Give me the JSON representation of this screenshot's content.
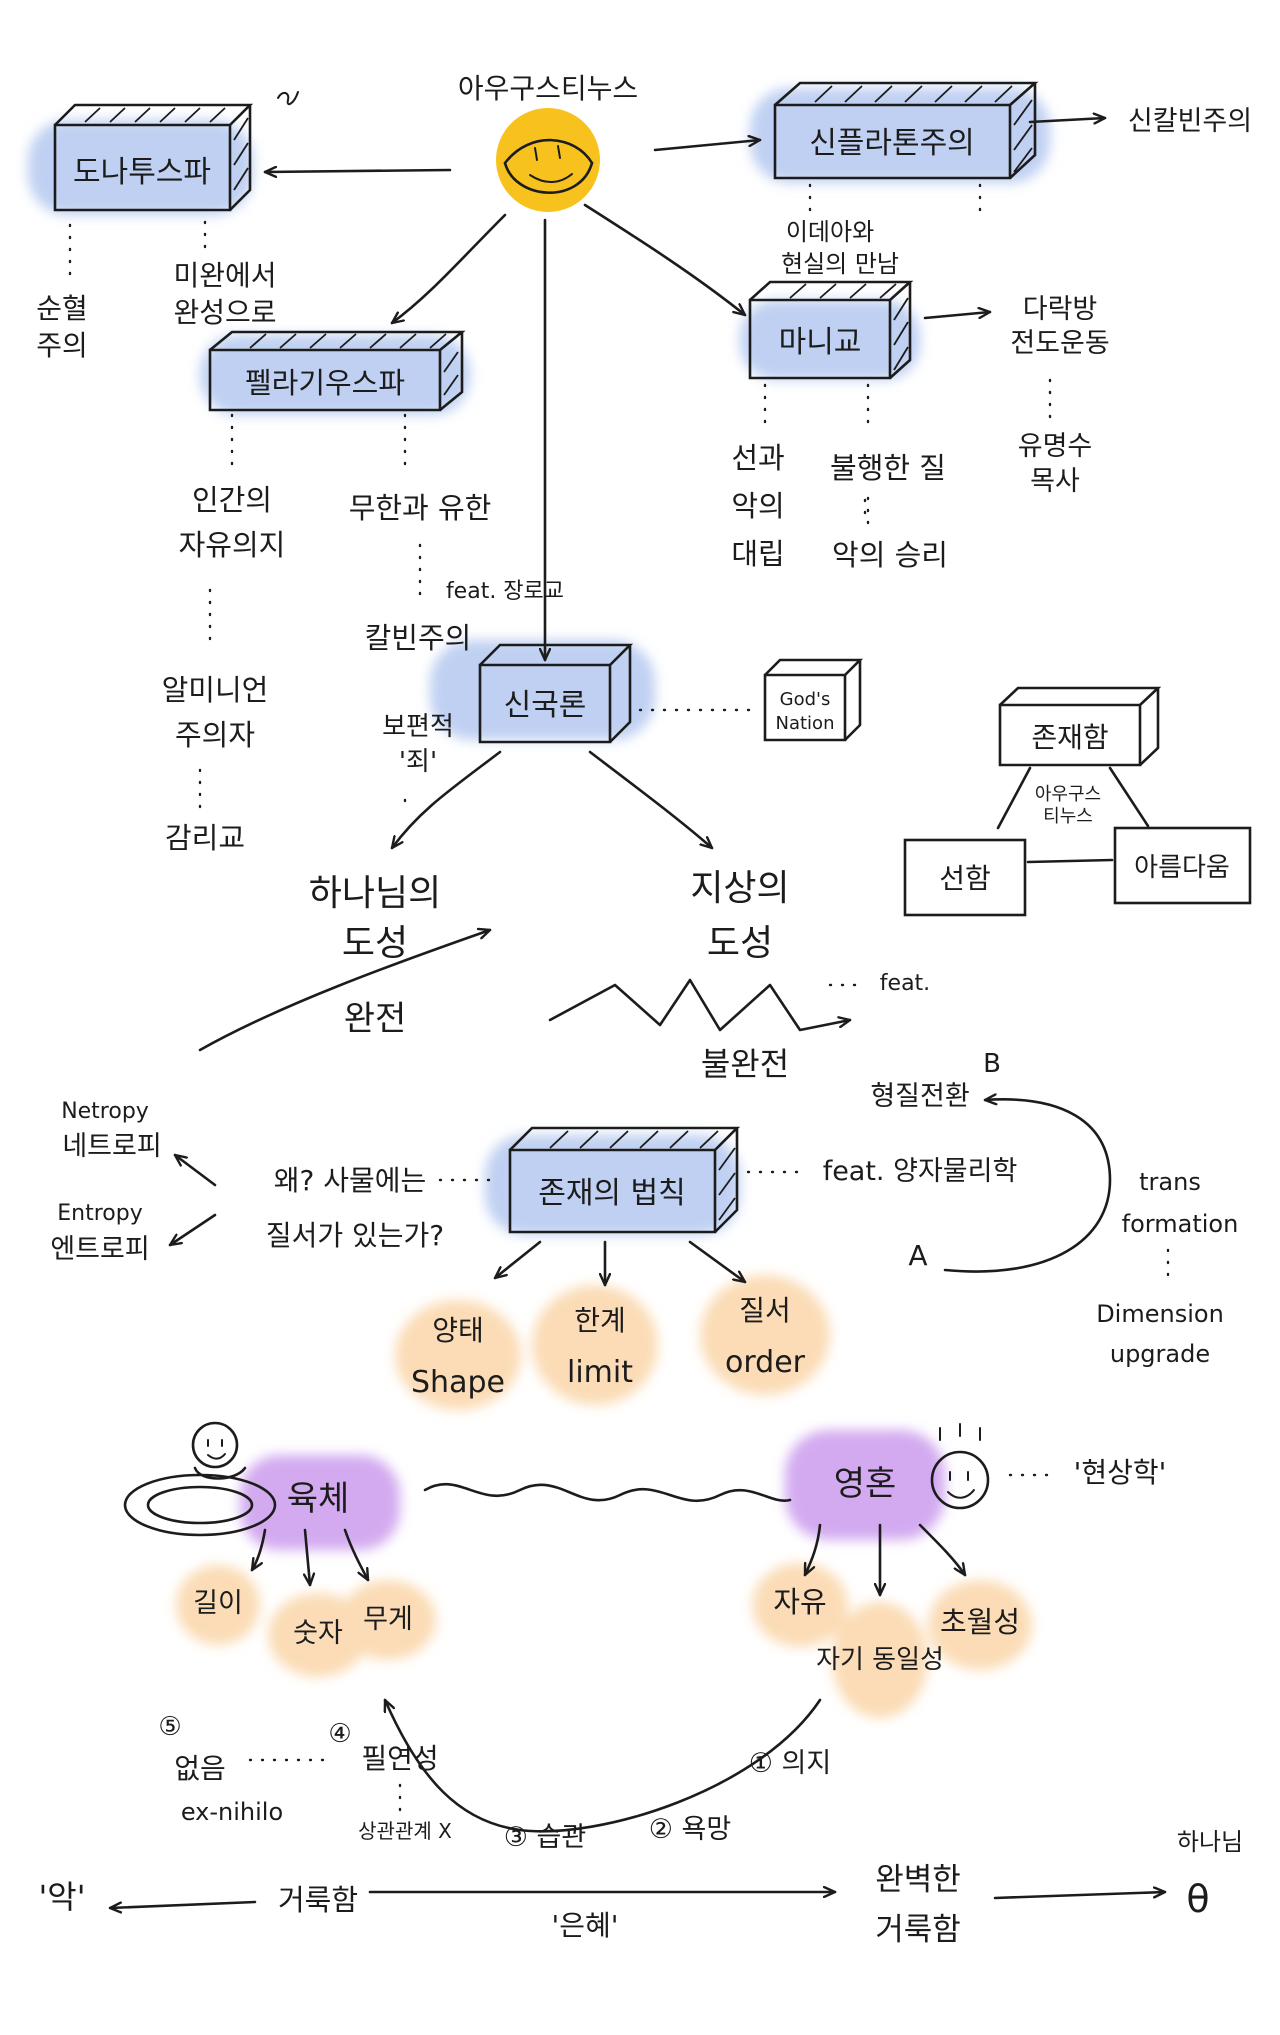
{
  "colors": {
    "ink": "#1c1c1c",
    "blue_highlight": "#bfd0f2",
    "purple_highlight": "#d3aaf0",
    "orange_highlight": "#fbdcb6",
    "sun_yellow": "#f7c21e"
  },
  "center": {
    "name": "아우구스티누스",
    "icon": "smiley-sun-icon"
  },
  "top_left": {
    "box": "도나투스파",
    "sub_left": [
      "순혈",
      "주의"
    ],
    "sub_right": [
      "미완에서",
      "완성으로"
    ]
  },
  "pelagius": {
    "box": "펠라기우스파",
    "left_chain": [
      "인간의",
      "자유의지"
    ],
    "left_chain2": [
      "알미니언",
      "주의자"
    ],
    "left_chain3": "감리교",
    "right_chain": "무한과 유한",
    "feat": "feat. 장로교",
    "calvin": "칼빈주의",
    "universal": [
      "보편적",
      "'죄'"
    ]
  },
  "neoplatonism": {
    "box": "신플라톤주의",
    "arrow_to": "신칼빈주의",
    "link": [
      "이데아와",
      "현실의 만남"
    ]
  },
  "manichaeism": {
    "box": "마니교",
    "arrow_to": [
      "다락방",
      "전도운동"
    ],
    "arrow_sub": [
      "유명수",
      "목사"
    ],
    "sub_left": [
      "선과",
      "악의",
      "대립"
    ],
    "sub_mid": "불행한 질",
    "sub_mid2": "악의 승리"
  },
  "theocracy": {
    "box": "신국론",
    "note_box": [
      "God's",
      "Nation"
    ],
    "left": [
      "하나님의",
      "도성"
    ],
    "left_sub": "완전",
    "right": [
      "지상의",
      "도성"
    ],
    "right_sub": "불완전",
    "right_feat": "feat."
  },
  "triangle": {
    "top": "존재함",
    "center": [
      "아우구스",
      "티누스"
    ],
    "left": "선함",
    "right": "아름다움"
  },
  "law": {
    "box": "존재의 법칙",
    "question": [
      "왜? 사물에는",
      "질서가 있는가?"
    ],
    "netropy": [
      "Netropy",
      "네트로피"
    ],
    "entropy": [
      "Entropy",
      "엔트로피"
    ],
    "feat": "feat. 양자물리학",
    "children": [
      {
        "ko": "양태",
        "en": "Shape"
      },
      {
        "ko": "한계",
        "en": "limit"
      },
      {
        "ko": "질서",
        "en": "order"
      }
    ],
    "loop_top": "형질전환",
    "label_b": "B",
    "label_a": "A",
    "trans": [
      "trans",
      "formation"
    ],
    "dimension": [
      "Dimension",
      "upgrade"
    ]
  },
  "body_soul": {
    "body": "육체",
    "body_children": [
      "길이",
      "숫자",
      "무게"
    ],
    "soul": "영혼",
    "soul_children": [
      "자유",
      "자기 동일성",
      "초월성"
    ],
    "phenomenology": "'현상학'"
  },
  "steps": {
    "s1": "① 의지",
    "s2": "② 욕망",
    "s3": "③ 습관",
    "s4_num": "④",
    "s4": "필연성",
    "s4_sub": "상관관계 X",
    "s5_num": "⑤",
    "s5": "없음",
    "s5_sub": "ex-nihilo"
  },
  "bottom": {
    "evil": "'악'",
    "holy": "거룩함",
    "grace": "'은혜'",
    "perfect": [
      "완벽한",
      "거룩함"
    ],
    "god": "하나님",
    "god_symbol": "θ"
  }
}
